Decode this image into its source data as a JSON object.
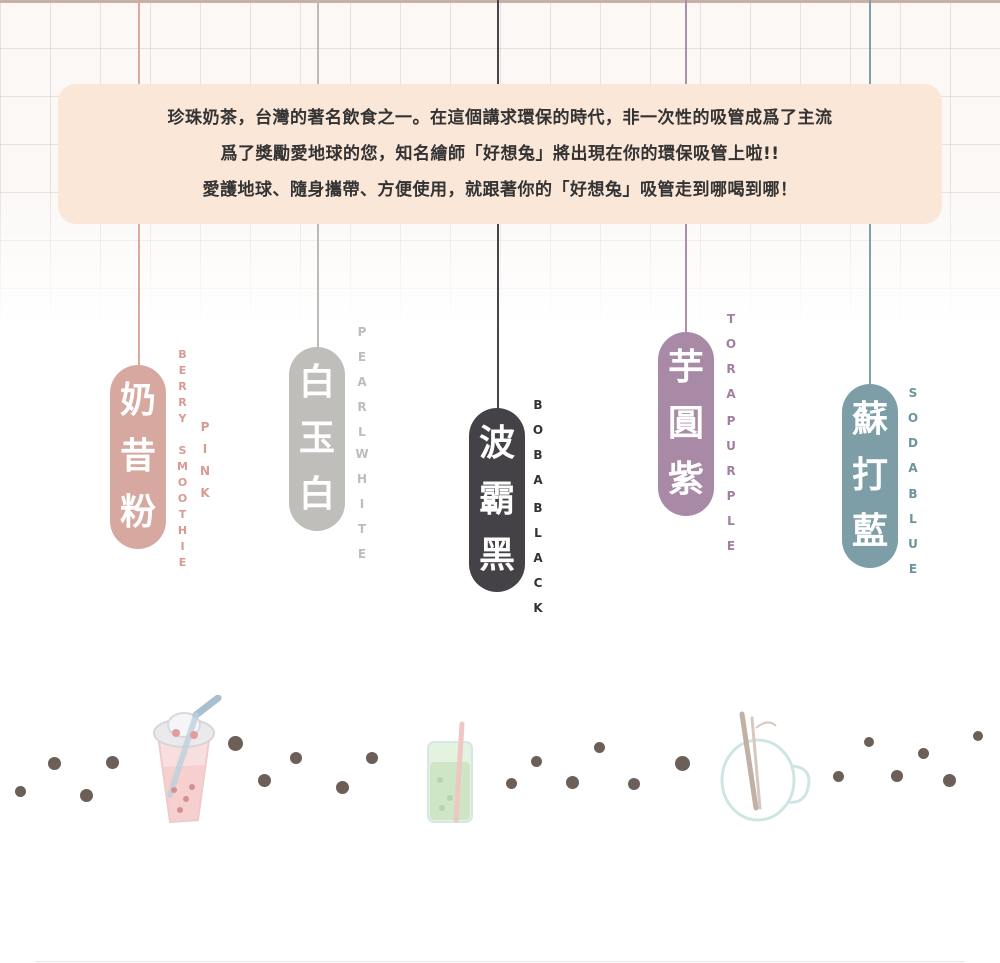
{
  "intro": {
    "lines": [
      "珍珠奶茶，台灣的著名飲食之一。在這個講求環保的時代，非一次性的吸管成爲了主流",
      "爲了獎勵愛地球的您，知名繪師「好想兔」將出現在你的環保吸管上啦!!",
      "愛護地球、隨身攜帶、方便使用，就跟著你的「好想兔」吸管走到哪喝到哪！"
    ]
  },
  "straws": [
    {
      "chars": [
        "奶",
        "昔",
        "粉"
      ],
      "label1": "BERRY SMOOTHIE",
      "label2": "PINK",
      "color": "#d6a8a0",
      "label_color": "#d99a91"
    },
    {
      "chars": [
        "白",
        "玉",
        "白"
      ],
      "label1": "PEARL",
      "label2": "WHITE",
      "color": "#c0bebb",
      "label_color": "#bfbcb9"
    },
    {
      "chars": [
        "波",
        "霸",
        "黑"
      ],
      "label1": "BOBA",
      "label2": "BLACK",
      "color": "#444246",
      "label_color": "#333333"
    },
    {
      "chars": [
        "芋",
        "圓",
        "紫"
      ],
      "label1": "TORA",
      "label2": "PURPLE",
      "color": "#a88aa7",
      "label_color": "#a07fa0"
    },
    {
      "chars": [
        "蘇",
        "打",
        "藍"
      ],
      "label1": "SODA",
      "label2": "BLUE",
      "color": "#7d9ea7",
      "label_color": "#6e939c"
    }
  ],
  "illustrations": [
    "bubble-tea-cup-icon",
    "green-drink-glass-icon",
    "teapot-with-straws-icon"
  ],
  "colors": {
    "intro_bg": "#fbe7d8",
    "bubble": "#6b5f57"
  }
}
